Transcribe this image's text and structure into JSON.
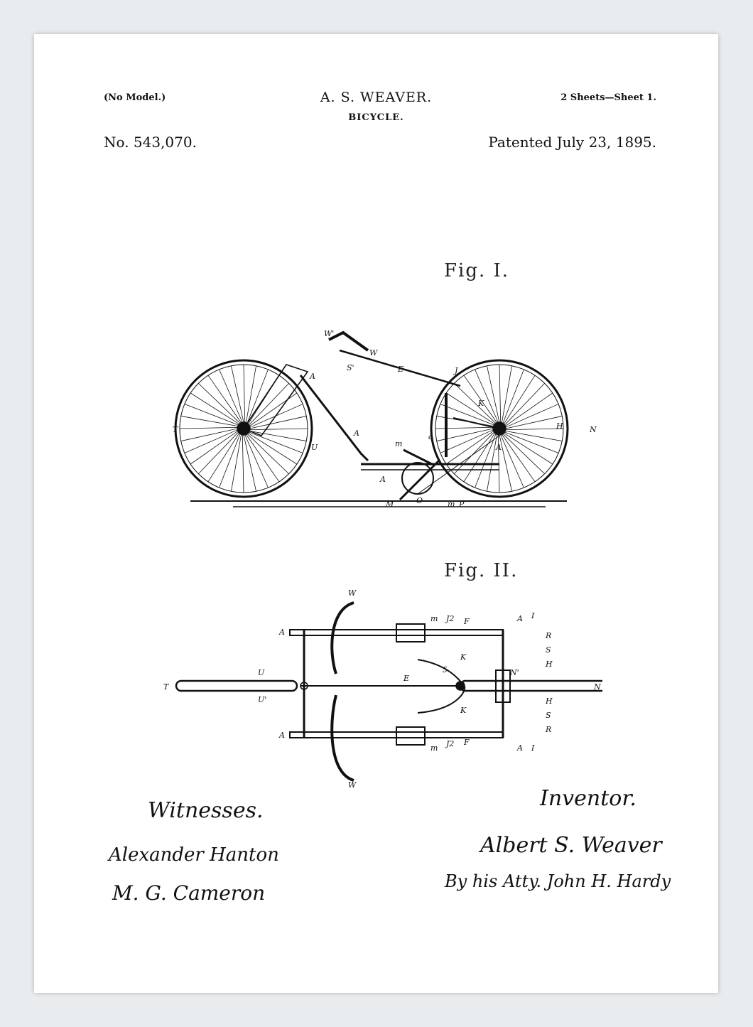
{
  "header": {
    "no_model": "(No Model.)",
    "inventor": "A. S. WEAVER.",
    "title": "BICYCLE.",
    "sheets": "2 Sheets—Sheet 1.",
    "patent_number": "No. 543,070.",
    "patent_date": "Patented July 23, 1895."
  },
  "figures": {
    "fig1_label": "Fig. I.",
    "fig2_label": "Fig. II."
  },
  "signatures": {
    "witnesses_label": "Witnesses.",
    "witness_1": "Alexander Hanton",
    "witness_2": "M. G. Cameron",
    "inventor_label": "Inventor.",
    "inventor_signature": "Albert S. Weaver",
    "attorney_signature": "By his Atty. John H. Hardy"
  },
  "colors": {
    "ink": "#111111",
    "paper": "#ffffff",
    "backdrop": "#e9ecef"
  }
}
